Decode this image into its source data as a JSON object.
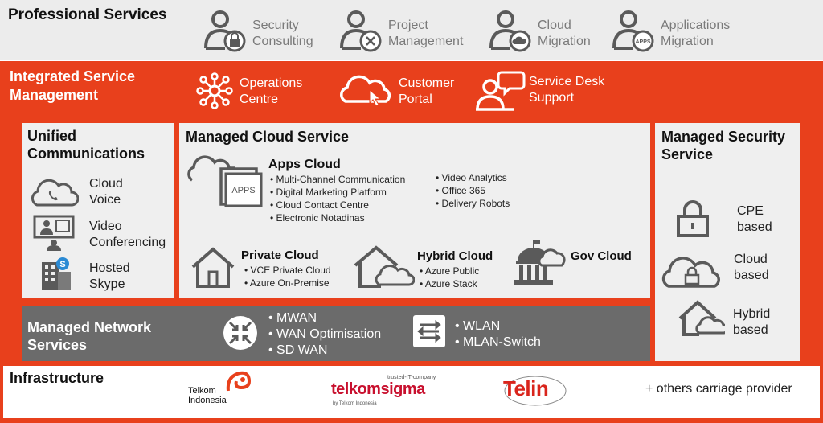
{
  "professional_services": {
    "title": "Professional Services",
    "items": [
      {
        "line1": "Security",
        "line2": "Consulting",
        "icon": "user-lock-icon"
      },
      {
        "line1": "Project",
        "line2": "Management",
        "icon": "user-tools-icon"
      },
      {
        "line1": "Cloud",
        "line2": "Migration",
        "icon": "user-cloud-icon"
      },
      {
        "line1": "Applications",
        "line2": "Migration",
        "icon": "user-apps-icon"
      }
    ]
  },
  "integrated_service_management": {
    "title_line1": "Integrated Service",
    "title_line2": "Management",
    "items": [
      {
        "line1": "Operations",
        "line2": "Centre",
        "icon": "network-hub-icon"
      },
      {
        "line1": "Customer",
        "line2": "Portal",
        "icon": "cloud-pointer-icon"
      },
      {
        "line1": "Service Desk",
        "line2": "Support",
        "icon": "support-agent-icon"
      }
    ]
  },
  "unified_communications": {
    "title_line1": "Unified",
    "title_line2": "Communications",
    "items": [
      {
        "line1": "Cloud",
        "line2": "Voice",
        "icon": "cloud-phone-icon"
      },
      {
        "line1": "Video",
        "line2": "Conferencing",
        "icon": "video-conference-icon"
      },
      {
        "line1": "Hosted",
        "line2": "Skype",
        "icon": "skype-building-icon"
      }
    ]
  },
  "managed_cloud_service": {
    "title": "Managed Cloud Service",
    "apps_cloud": {
      "title": "Apps Cloud",
      "icon_text": "APPS",
      "col1": [
        "Multi-Channel Communication",
        "Digital Marketing Platform",
        "Cloud Contact Centre",
        "Electronic Notadinas"
      ],
      "col2": [
        "Video Analytics",
        "Office 365",
        "Delivery Robots"
      ]
    },
    "private_cloud": {
      "title": "Private Cloud",
      "items": [
        "VCE Private Cloud",
        "Azure On-Premise"
      ]
    },
    "hybrid_cloud": {
      "title": "Hybrid Cloud",
      "items": [
        "Azure Public",
        "Azure Stack"
      ]
    },
    "gov_cloud": {
      "title": "Gov Cloud"
    }
  },
  "managed_security_service": {
    "title_line1": "Managed Security",
    "title_line2": "Service",
    "items": [
      {
        "line1": "CPE",
        "line2": "based",
        "icon": "padlock-icon"
      },
      {
        "line1": "Cloud",
        "line2": "based",
        "icon": "cloud-lock-icon"
      },
      {
        "line1": "Hybrid",
        "line2": "based",
        "icon": "house-cloud-icon"
      }
    ]
  },
  "managed_network_services": {
    "title_line1": "Managed Network",
    "title_line2": "Services",
    "list1": [
      "MWAN",
      "WAN Optimisation",
      "SD WAN"
    ],
    "list2": [
      "WLAN",
      "MLAN-Switch"
    ]
  },
  "infrastructure": {
    "title": "Infrastructure",
    "logos": {
      "telkom_line1": "Telkom",
      "telkom_line2": "Indonesia",
      "telkomsigma": "telkomsigma",
      "telkomsigma_tagline": "trusted-IT-company",
      "telkomsigma_sub": "by Telkom Indonesia",
      "telin": "Telin"
    },
    "others": "+ others carriage provider"
  },
  "colors": {
    "accent": "#e8401c",
    "panel_light": "#efefef",
    "panel_grey": "#6b6b6b",
    "icon_grey": "#5a5a5a"
  }
}
